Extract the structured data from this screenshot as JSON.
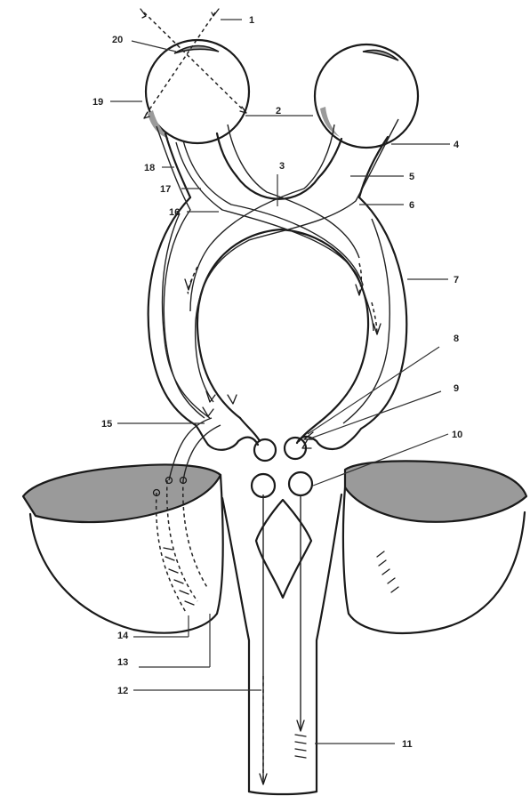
{
  "labels": [
    {
      "id": "1",
      "text": "1"
    },
    {
      "id": "2",
      "text": "2"
    },
    {
      "id": "3",
      "text": "3"
    },
    {
      "id": "4",
      "text": "4"
    },
    {
      "id": "5",
      "text": "5"
    },
    {
      "id": "6",
      "text": "6"
    },
    {
      "id": "7",
      "text": "7"
    },
    {
      "id": "8",
      "text": "8"
    },
    {
      "id": "9",
      "text": "9"
    },
    {
      "id": "10",
      "text": "10"
    },
    {
      "id": "11",
      "text": "11"
    },
    {
      "id": "12",
      "text": "12"
    },
    {
      "id": "13",
      "text": "13"
    },
    {
      "id": "14",
      "text": "14"
    },
    {
      "id": "15",
      "text": "15"
    },
    {
      "id": "16",
      "text": "16"
    },
    {
      "id": "17",
      "text": "17"
    },
    {
      "id": "18",
      "text": "18"
    },
    {
      "id": "19",
      "text": "19"
    },
    {
      "id": "20",
      "text": "20"
    }
  ],
  "colors": {
    "line": "#1a1a1a",
    "shading": "#9a9a9a",
    "background": "#ffffff"
  }
}
